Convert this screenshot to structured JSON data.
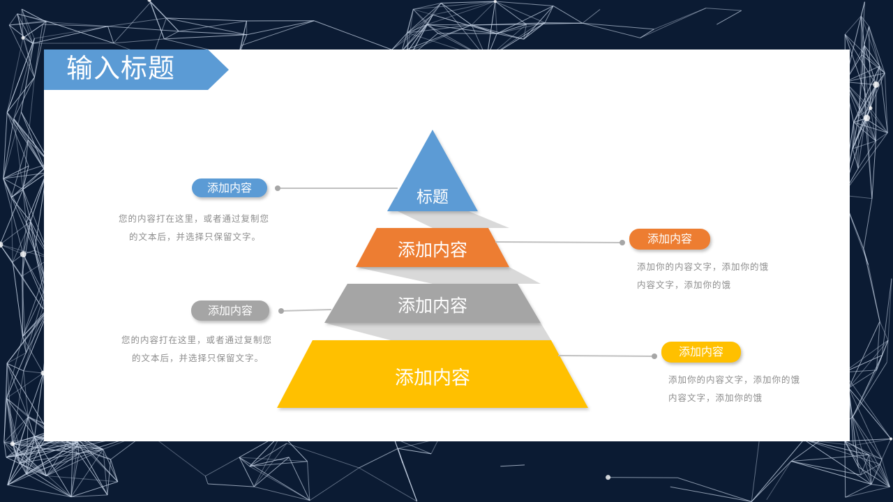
{
  "slide": {
    "title": "输入标题"
  },
  "colors": {
    "blue": "#5b9bd5",
    "orange": "#ed7d31",
    "gray": "#a5a5a5",
    "yellow": "#ffc000",
    "background": "#0b1b33"
  },
  "pyramid": {
    "tiers": [
      {
        "label": "标题",
        "color": "#5b9bd5"
      },
      {
        "label": "添加内容",
        "color": "#ed7d31"
      },
      {
        "label": "添加内容",
        "color": "#a5a5a5"
      },
      {
        "label": "添加内容",
        "color": "#ffc000"
      }
    ]
  },
  "callouts": [
    {
      "pill": "添加内容",
      "color": "#5b9bd5",
      "lines": [
        "您的内容打在这里，或者通过复制您",
        "的文本后，并选择只保留文字。"
      ]
    },
    {
      "pill": "添加内容",
      "color": "#ed7d31",
      "lines": [
        "添加你的内容文字，添加你的饿",
        "内容文字，添加你的饿"
      ]
    },
    {
      "pill": "添加内容",
      "color": "#a5a5a5",
      "lines": [
        "您的内容打在这里，或者通过复制您",
        "的文本后，并选择只保留文字。"
      ]
    },
    {
      "pill": "添加内容",
      "color": "#ffc000",
      "lines": [
        "添加你的内容文字，添加你的饿",
        "内容文字，添加你的饿"
      ]
    }
  ]
}
